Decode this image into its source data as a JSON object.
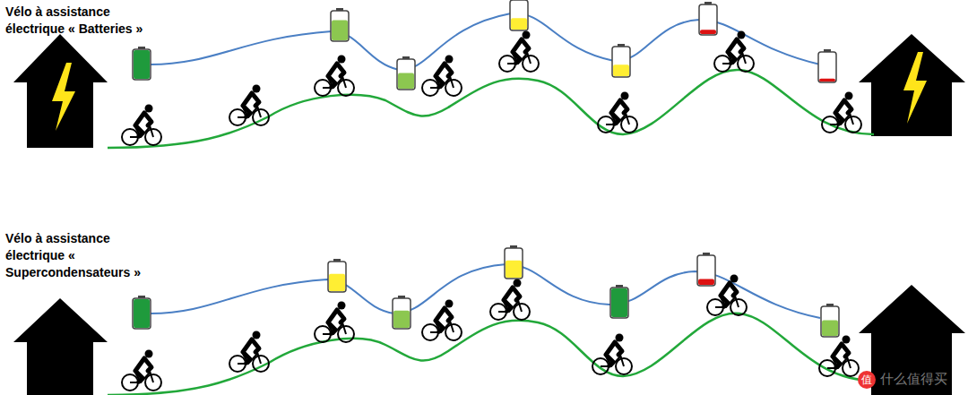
{
  "diagram": {
    "labels": [
      "Vélo à assistance électrique « Batteries »",
      "Vélo à assistance électrique « Supercondensateurs »",
      "值",
      "什么值得买"
    ]
  }
}
